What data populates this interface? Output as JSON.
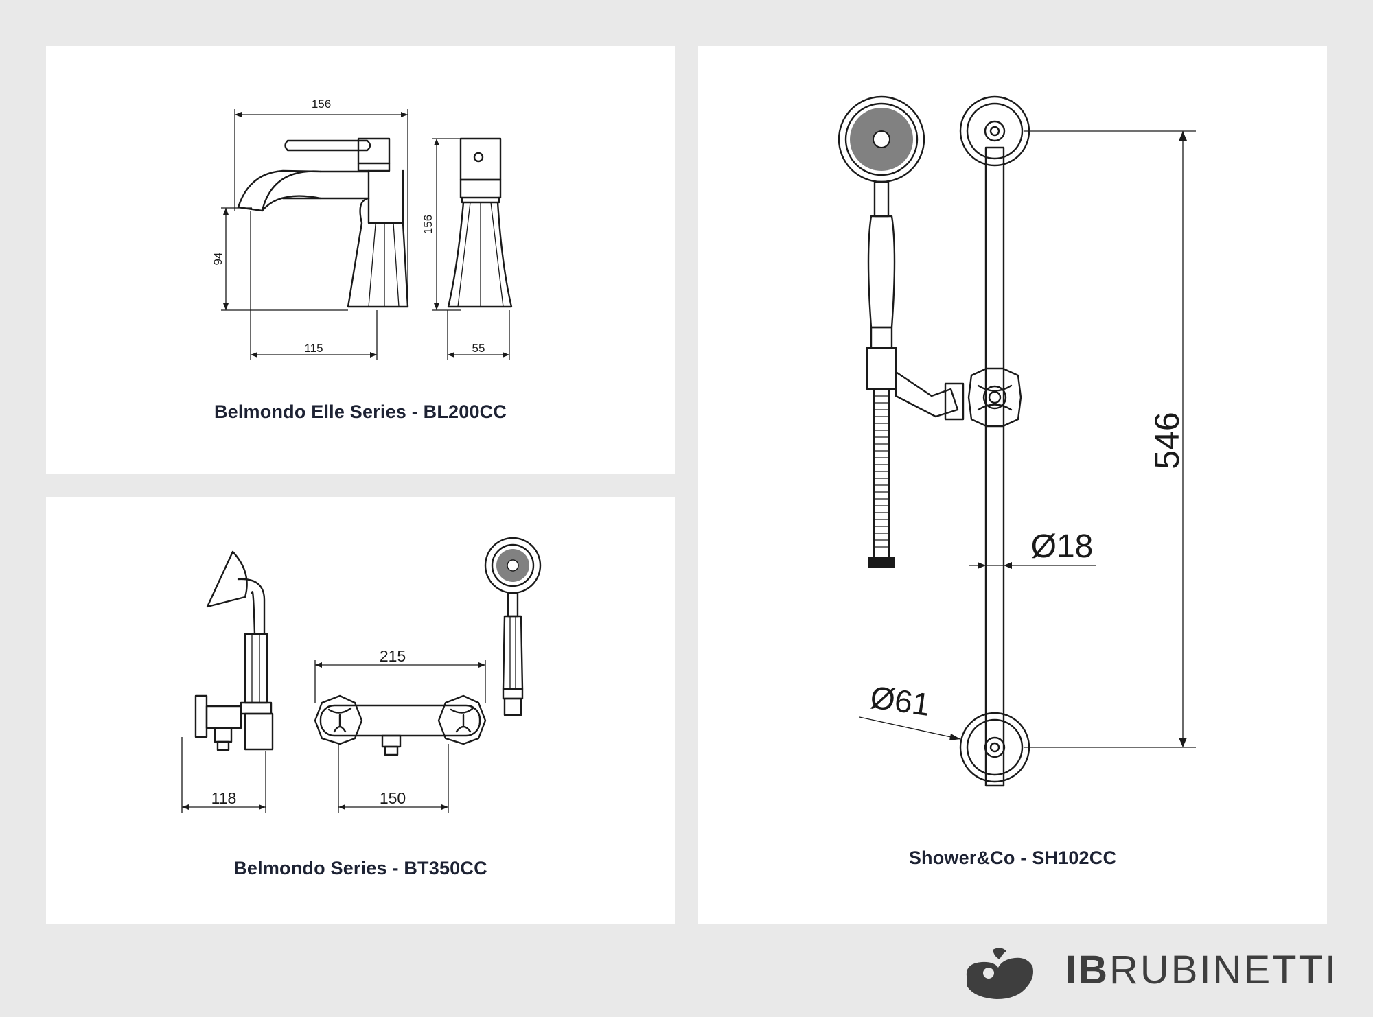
{
  "panels": {
    "bl200": {
      "caption": "Belmondo Elle Series - BL200CC",
      "dims": {
        "top_width": "156",
        "height": "156",
        "spout_height": "94",
        "reach": "115",
        "depth": "55"
      }
    },
    "bt350": {
      "caption": "Belmondo Series - BT350CC",
      "dims": {
        "body_width": "215",
        "centers": "150",
        "projection": "118"
      }
    },
    "sh102": {
      "caption": "Shower&Co - SH102CC",
      "dims": {
        "length": "546",
        "rail_diameter": "Ø18",
        "bracket_diameter": "Ø61"
      }
    }
  },
  "brand": {
    "bold": "IB",
    "name": "RUBINETTI",
    "logo_icon": "brand-logo-icon"
  },
  "colors": {
    "background": "#e9e9e9",
    "panel": "#ffffff",
    "caption": "#1d2233",
    "line": "#1a1a1a",
    "brand": "#3e3e3e"
  }
}
